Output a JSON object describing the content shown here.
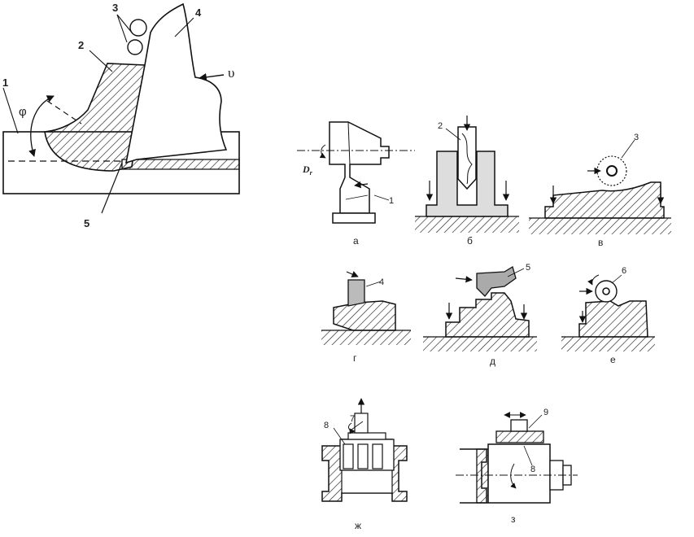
{
  "left_figure": {
    "labels": {
      "l1": "1",
      "l2": "2",
      "l3": "3",
      "l4": "4",
      "l5": "5"
    },
    "angle_symbol": "φ",
    "velocity_symbol": "υ"
  },
  "panels": {
    "a": {
      "caption": "а",
      "part_number": "1",
      "d_symbol": "D",
      "d_subscript": "r"
    },
    "b": {
      "caption": "б",
      "part_number": "2"
    },
    "v": {
      "caption": "в",
      "part_number": "3"
    },
    "g": {
      "caption": "г",
      "part_number": "4"
    },
    "d": {
      "caption": "д",
      "part_number": "5"
    },
    "e": {
      "caption": "е",
      "part_number": "6"
    },
    "zh": {
      "caption": "ж",
      "part_number_a": "7",
      "part_number_b": "8"
    },
    "z": {
      "caption": "з",
      "part_number_a": "9",
      "part_number_b": "8"
    }
  }
}
